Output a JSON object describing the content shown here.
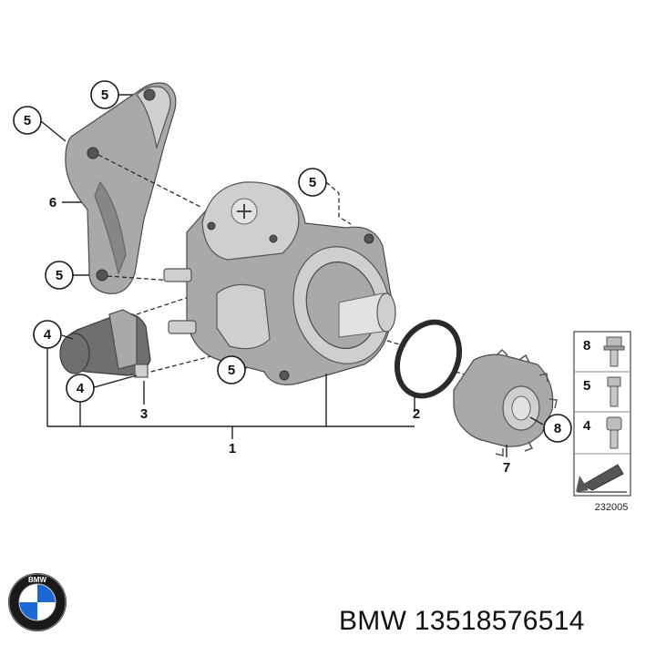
{
  "callouts": {
    "c1": "5",
    "c2": "5",
    "c3": "6",
    "c4": "5",
    "c5": "4",
    "c6": "4",
    "c7": "3",
    "c8": "5",
    "c9": "5",
    "c10": "2",
    "c11": "1",
    "c12": "7",
    "c13": "8"
  },
  "legend": {
    "rows": [
      {
        "number": "8",
        "icon": "hex-flange-bolt-icon"
      },
      {
        "number": "5",
        "icon": "hex-bolt-icon"
      },
      {
        "number": "4",
        "icon": "socket-head-screw-icon"
      }
    ],
    "arrow_icon": "direction-arrow-icon"
  },
  "diagram_ref": "232005",
  "footer": {
    "brand": "BMW",
    "part_number": "13518576514",
    "logo_icon": "bmw-roundel-logo"
  },
  "colors": {
    "logo_blue": "#1c69d4",
    "logo_black": "#1a1a1a",
    "parts_gray": "#a9a9a9"
  }
}
